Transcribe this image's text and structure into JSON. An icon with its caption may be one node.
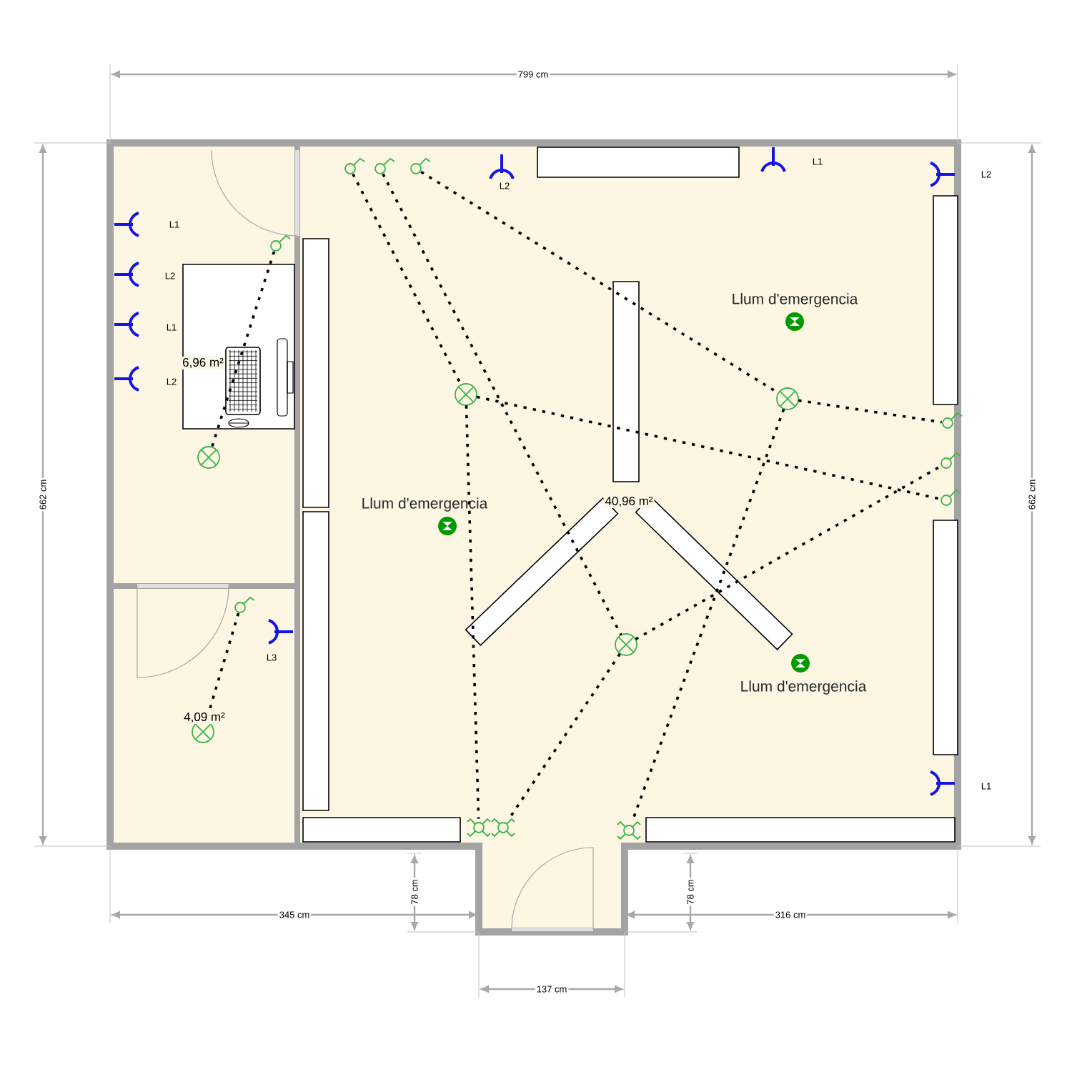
{
  "diagram": {
    "nodes": [
      {
        "text": [],
        "shape": "switch"
      },
      {
        "text": [],
        "shape": "switch"
      },
      {
        "text": [],
        "shape": "switch"
      },
      {
        "text": [],
        "shape": "switch"
      },
      {
        "text": [],
        "shape": "emergency-light",
        "beside": [
          "Llum d'emergencia"
        ]
      },
      {
        "text": [],
        "shape": "lamp"
      },
      {
        "text": [],
        "shape": "lamp"
      },
      {
        "text": [],
        "shape": "switch"
      },
      {
        "text": [],
        "shape": "lamp"
      },
      {
        "text": [],
        "shape": "switch"
      },
      {
        "text": [],
        "shape": "switch"
      },
      {
        "text": [],
        "shape": "emergency-light",
        "beside": [
          "Llum d'emergencia"
        ]
      },
      {
        "text": [],
        "shape": "switch"
      },
      {
        "text": [],
        "shape": "lamp"
      },
      {
        "text": [],
        "shape": "emergency-light",
        "beside": [
          "Llum d'emergencia"
        ]
      },
      {
        "text": [],
        "shape": "lamp"
      },
      {
        "text": [],
        "shape": "double-switch"
      },
      {
        "text": [],
        "shape": "double-switch"
      },
      {
        "text": [],
        "shape": "double-switch"
      }
    ],
    "edges": [
      {
        "from": 3,
        "to": 8,
        "arrow": "none"
      },
      {
        "from": 0,
        "to": 5,
        "arrow": "none"
      },
      {
        "from": 1,
        "to": 13,
        "arrow": "none"
      },
      {
        "from": 2,
        "to": 6,
        "arrow": "none"
      },
      {
        "from": 5,
        "to": 10,
        "arrow": "none"
      },
      {
        "from": 6,
        "to": 7,
        "arrow": "none"
      },
      {
        "from": 6,
        "to": 18,
        "arrow": "none"
      },
      {
        "from": 13,
        "to": 17,
        "arrow": "none"
      },
      {
        "from": 13,
        "to": 9,
        "arrow": "none"
      },
      {
        "from": 5,
        "to": 16,
        "arrow": "none"
      },
      {
        "from": 12,
        "to": 15,
        "arrow": "none"
      }
    ],
    "labels": [
      "799 cm",
      "L2",
      "L1",
      "L2",
      "L1",
      "L2",
      "L1",
      "L2",
      "6,96 m²",
      "662 cm",
      "662 cm",
      "40,96 m²",
      "L3",
      "4,09 m²",
      "L1",
      "345 cm",
      "78 cm",
      "78 cm",
      "316 cm",
      "137 cm"
    ]
  }
}
